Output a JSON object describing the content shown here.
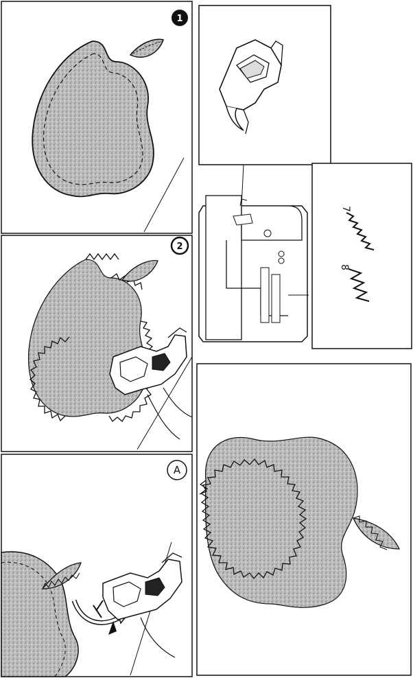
{
  "steps": {
    "step1": {
      "badge": "1"
    },
    "step2": {
      "badge": "2"
    },
    "step3": {
      "badge": "A"
    }
  },
  "stitch_panel": {
    "option_a": {
      "number": "7"
    },
    "option_b": {
      "number": "8"
    }
  },
  "colors": {
    "ink": "#111111",
    "fabric_fill": "#b9b9b9",
    "paper": "#ffffff"
  },
  "icons": [
    "sewing-foot-icon",
    "sewing-machine-icon",
    "curved-arrow-icon",
    "zigzag-stitch-icon",
    "apple-applique-icon",
    "leaf-applique-icon"
  ]
}
